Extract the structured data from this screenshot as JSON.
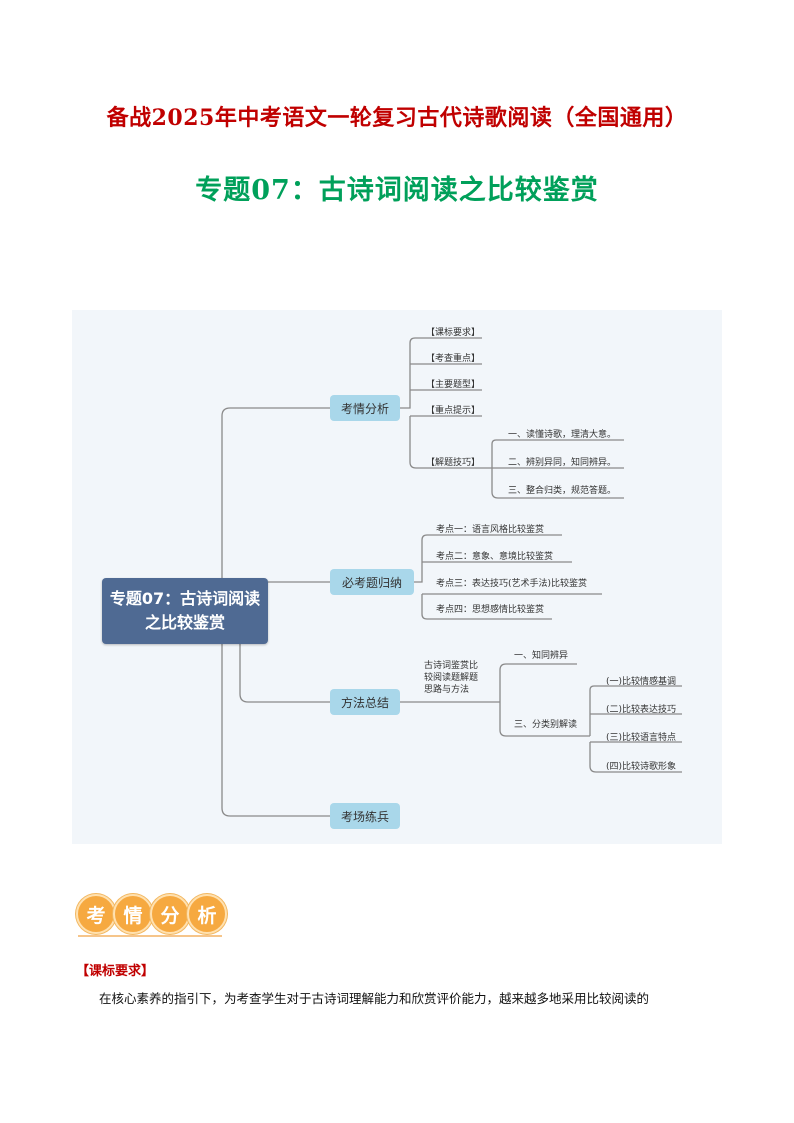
{
  "header": {
    "title": "备战2025年中考语文一轮复习古代诗歌阅读（全国通用）",
    "subtitle": "专题07：古诗词阅读之比较鉴赏"
  },
  "mindmap": {
    "root": "专题07：古诗词阅读之比较鉴赏",
    "branches": [
      {
        "label": "考情分析",
        "children": [
          "【课标要求】",
          "【考查重点】",
          "【主要题型】",
          "【重点提示】",
          "【解题技巧】"
        ],
        "tips": [
          "一、读懂诗歌，理清大意。",
          "二、辨别异同，知同辨异。",
          "三、整合归类，规范答题。"
        ]
      },
      {
        "label": "必考题归纳",
        "children": [
          "考点一：语言风格比较鉴赏",
          "考点二：意象、意境比较鉴赏",
          "考点三：表达技巧(艺术手法)比较鉴赏",
          "考点四：思想感情比较鉴赏"
        ]
      },
      {
        "label": "方法总结",
        "desc": "古诗词鉴赏比较阅读题解题思路与方法",
        "children": [
          "一、知同辨异",
          "三、分类别解读"
        ],
        "sub": [
          "(一)比较情感基调",
          "(二)比较表达技巧",
          "(三)比较语言特点",
          "(四)比较诗歌形象"
        ]
      },
      {
        "label": "考场练兵"
      }
    ]
  },
  "section": {
    "badges": [
      "考",
      "情",
      "分",
      "析"
    ],
    "heading": "【课标要求】",
    "body": "在核心素养的指引下，为考查学生对于古诗词理解能力和欣赏评价能力，越来越多地采用比较阅读的"
  },
  "colors": {
    "title": "#c00000",
    "subtitle": "#00a05a",
    "root_node": "#4f6a93",
    "branch_node": "#a9d7ea",
    "badge": "#f6a940"
  }
}
